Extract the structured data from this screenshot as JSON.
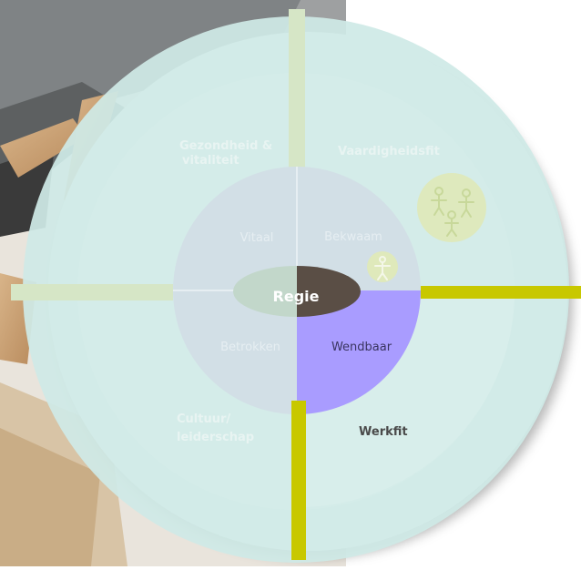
{
  "labels": {
    "center": "Regie",
    "inner": {
      "top_left": "Vitaal",
      "top_right": "Bekwaam",
      "bottom_left": "Betrokken",
      "bottom_right": "Wendbaar"
    },
    "outer": {
      "top_left_line1": "Gezondheid &",
      "top_left_line2": "vitaliteit",
      "top_right": "Vaardigheidsfit",
      "bottom_left_line1": "Cultuur/",
      "bottom_left_line2": "leiderschap",
      "bottom_right": "Werkfit"
    }
  },
  "colors": {
    "outer_ring": "#cfe9e6",
    "inner_ring": "#d2dfe6",
    "axis": "#d6e6c6",
    "highlight_axis": "#c8c800",
    "highlight_segment": "#a99cff",
    "center_dark": "#5a4e45",
    "center_light": "#c2d7ca",
    "icon_circle": "#dfe9b8"
  },
  "icons": [
    "people-group-icon",
    "person-icon"
  ]
}
